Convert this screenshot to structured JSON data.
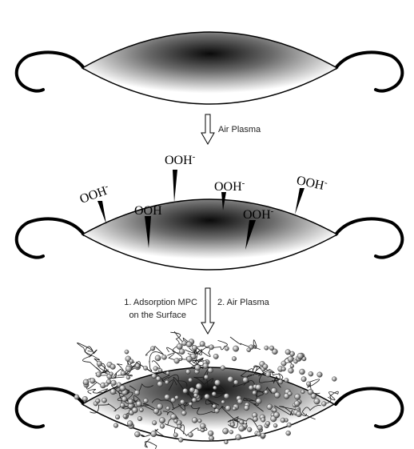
{
  "steps": {
    "step1_label": "Air Plasma",
    "step2_label_left_line1": "1. Adsorption MPC",
    "step2_label_left_line2": "on the Surface",
    "step2_label_right": "2. Air Plasma"
  },
  "groups": [
    {
      "text": "OOH",
      "sup": "-"
    },
    {
      "text": "OOH",
      "sup": "-"
    },
    {
      "text": "OOH",
      "sup": "-"
    },
    {
      "text": "OOH",
      "sup": "-"
    },
    {
      "text": "OOH",
      "sup": ""
    },
    {
      "text": "OOH",
      "sup": "-"
    }
  ]
}
